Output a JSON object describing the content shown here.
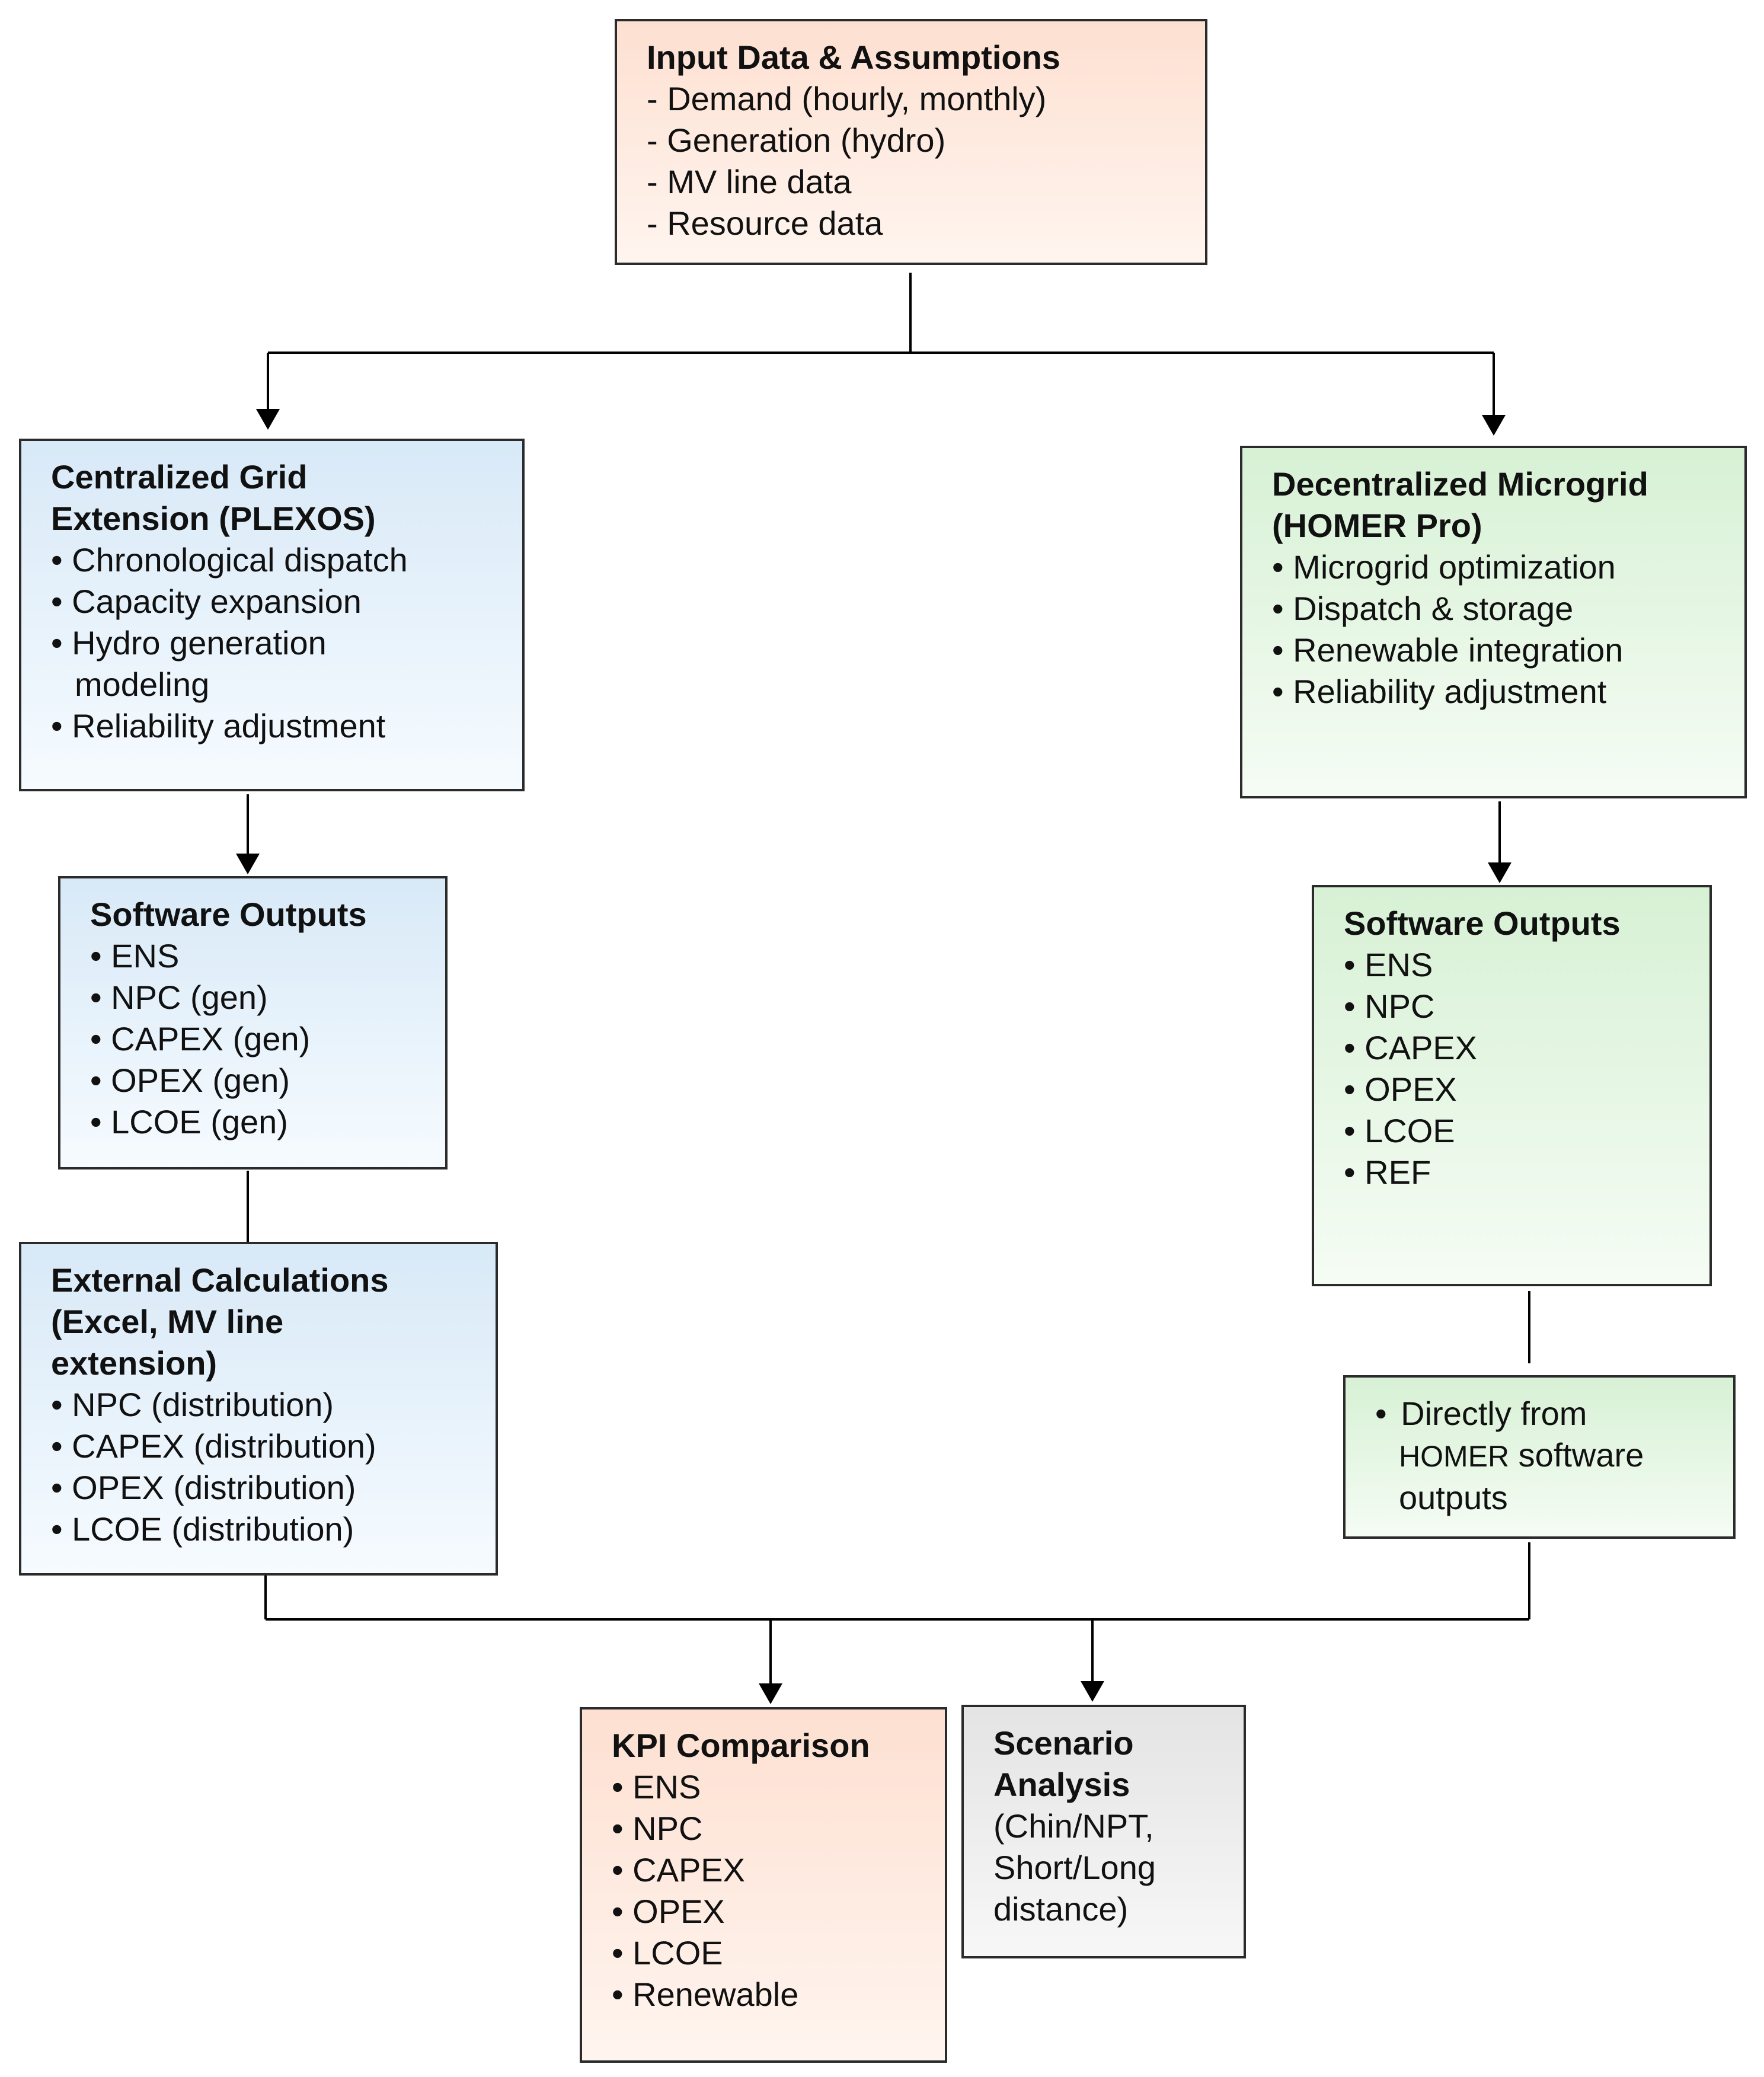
{
  "input": {
    "title": "Input Data & Assumptions",
    "items": [
      "- Demand (hourly, monthly)",
      "- Generation (hydro)",
      "- MV line data",
      "- Resource data"
    ]
  },
  "centralized": {
    "title_line1": "Centralized Grid",
    "title_line2": "Extension (PLEXOS)",
    "items": [
      "• Chronological dispatch",
      "• Capacity expansion",
      "• Hydro generation modeling",
      "• Reliability adjustment"
    ]
  },
  "decentralized": {
    "title_line1": "Decentralized Microgrid",
    "title_line2": "(HOMER Pro)",
    "items": [
      "• Microgrid optimization",
      "• Dispatch & storage",
      "• Renewable integration",
      "• Reliability adjustment"
    ]
  },
  "software_outputs_left": {
    "title": "Software Outputs",
    "items": [
      "• ENS",
      "• NPC (gen)",
      "• CAPEX (gen)",
      "• OPEX (gen)",
      "• LCOE (gen)"
    ]
  },
  "software_outputs_right": {
    "title": "Software Outputs",
    "items": [
      "• ENS",
      "• NPC",
      "• CAPEX",
      "• OPEX",
      "• LCOE",
      "• REF"
    ]
  },
  "external": {
    "title_line1": "External Calculations",
    "title_line2": "(Excel, MV line",
    "title_line3": "extension)",
    "items": [
      "• NPC (distribution)",
      "• CAPEX (distribution)",
      "• OPEX (distribution)",
      "• LCOE (distribution)"
    ]
  },
  "homer_direct": {
    "bullet": "•",
    "line1": "Directly from",
    "line2_caps": "HOMER",
    "line2_rest": " software",
    "line3": "outputs"
  },
  "kpi": {
    "title": "KPI Comparison",
    "items": [
      "• ENS",
      "• NPC",
      "• CAPEX",
      "• OPEX",
      "• LCOE",
      "• Renewable"
    ]
  },
  "scenario": {
    "title_line1": "Scenario",
    "title_line2": "Analysis",
    "lines": [
      "(Chin/NPT,",
      "Short/Long",
      "distance)"
    ]
  },
  "colors": {
    "peach": "#fde0d1",
    "blue": "#d8e9f7",
    "green": "#d7f1d5",
    "gray": "#e4e4e4",
    "border": "#2b2b2b"
  }
}
